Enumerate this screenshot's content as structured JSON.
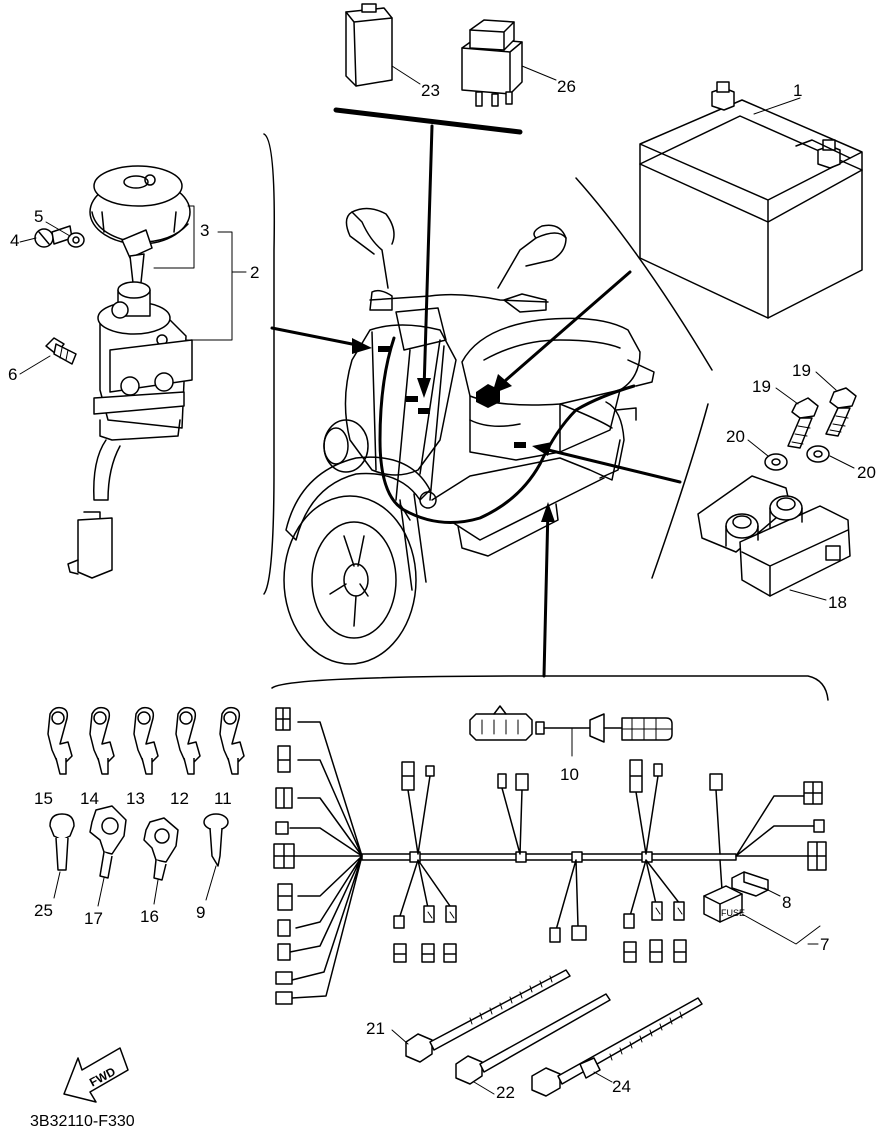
{
  "diagram": {
    "part_code": "3B32110-F330",
    "fwd_label": "FWD",
    "fuse_label": "FUSE",
    "callouts": {
      "c1": "1",
      "c2": "2",
      "c3": "3",
      "c4": "4",
      "c5": "5",
      "c6": "6",
      "c7": "7",
      "c8": "8",
      "c9": "9",
      "c10": "10",
      "c11": "11",
      "c12": "12",
      "c13": "13",
      "c14": "14",
      "c15": "15",
      "c16": "16",
      "c17": "17",
      "c18": "18",
      "c19a": "19",
      "c19b": "19",
      "c20a": "20",
      "c20b": "20",
      "c21": "21",
      "c22": "22",
      "c23": "23",
      "c24": "24",
      "c25": "25",
      "c26": "26"
    }
  }
}
